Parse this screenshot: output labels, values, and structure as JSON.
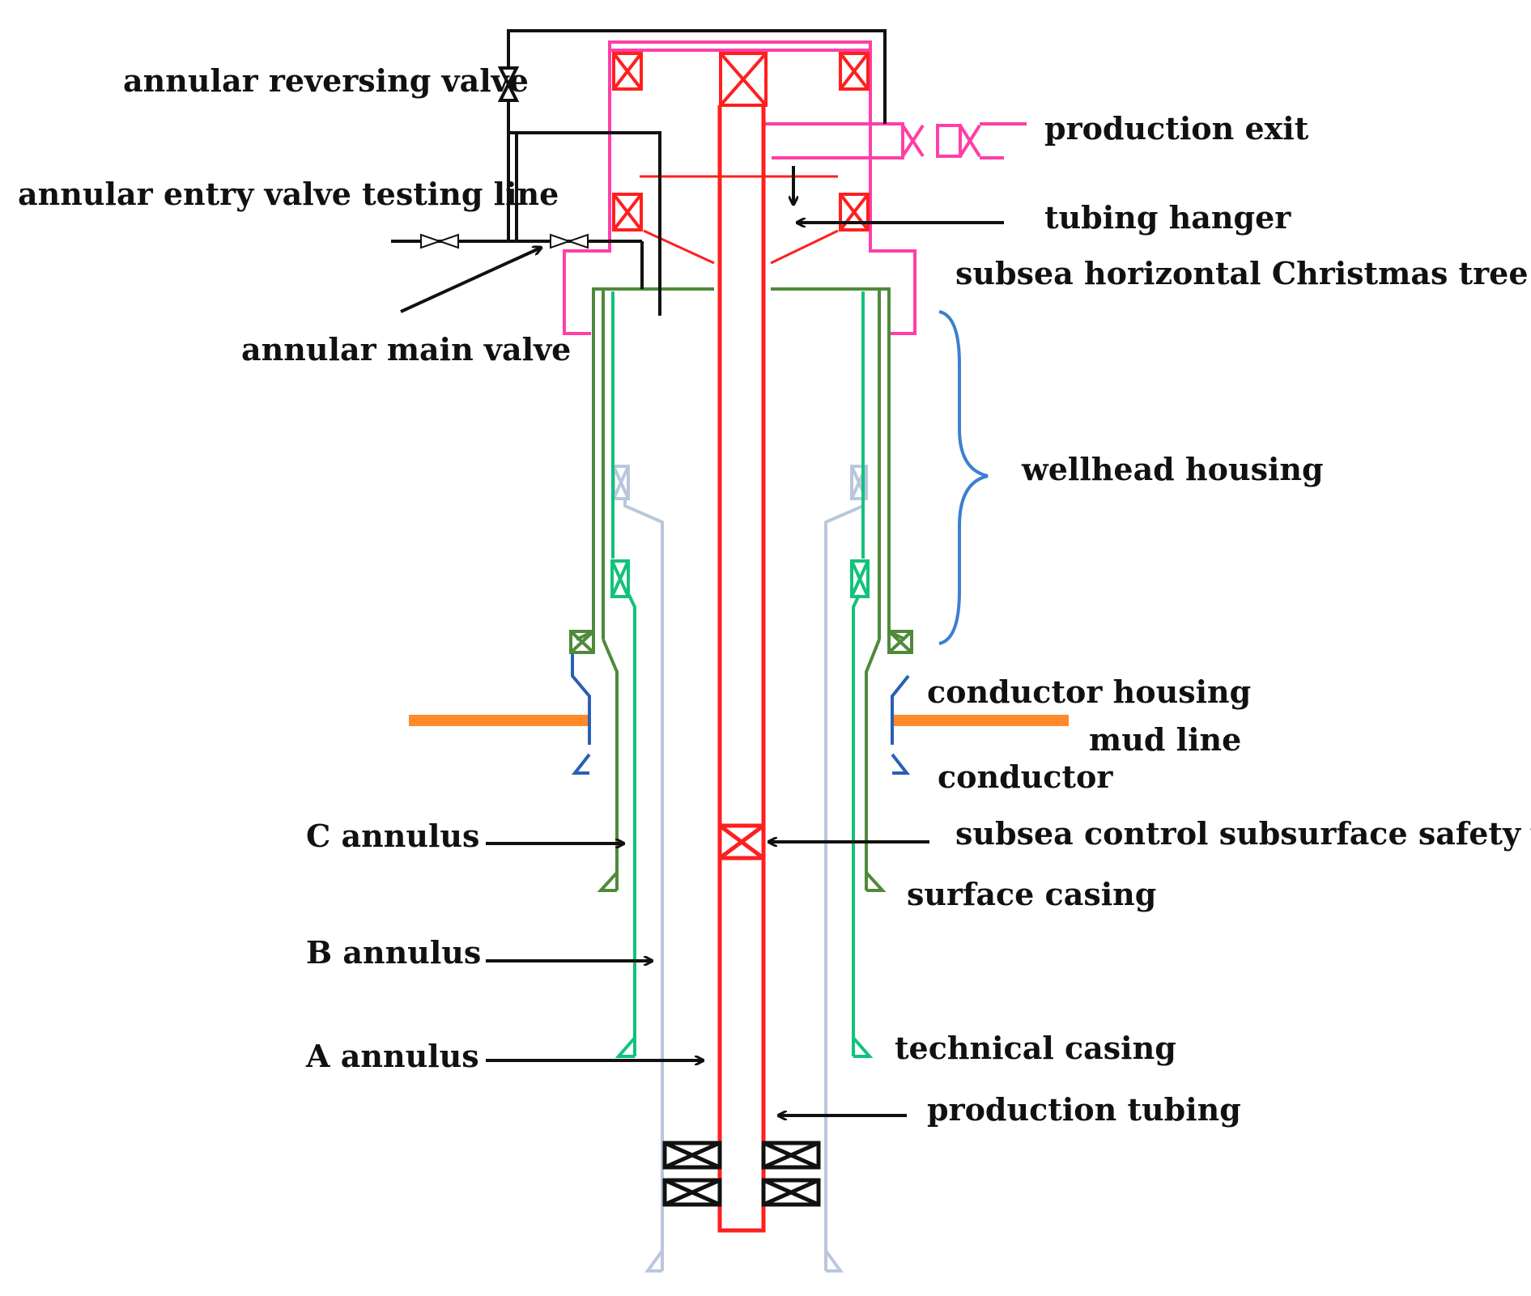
{
  "labels": {
    "annular_reversing_valve": "annular reversing valve",
    "annular_entry_valve_testing_line": "annular entry valve testing line",
    "annular_main_valve": "annular main valve",
    "production_exit": "production exit",
    "tubing_hanger": "tubing hanger",
    "subsea_horizontal_christmas_tree": "subsea horizontal Christmas tree",
    "wellhead_housing": "wellhead housing",
    "conductor_housing": "conductor housing",
    "mud_line": "mud line",
    "conductor": "conductor",
    "c_annulus": "C annulus",
    "sc_ssv": "subsea control subsurface safety valve",
    "surface_casing": "surface casing",
    "b_annulus": "B annulus",
    "a_annulus": "A annulus",
    "technical_casing": "technical casing",
    "production_tubing": "production tubing"
  },
  "colors": {
    "tree": "#ff3fa6",
    "tubing": "#ff1f1f",
    "surface_casing": "#4e8a3a",
    "technical_casing": "#12c27a",
    "production_casing": "#b9c7dc",
    "conductor": "#2a5fb5",
    "mud_line": "#ff8a2a",
    "control_lines": "#111111",
    "brace": "#3d7fd0"
  }
}
